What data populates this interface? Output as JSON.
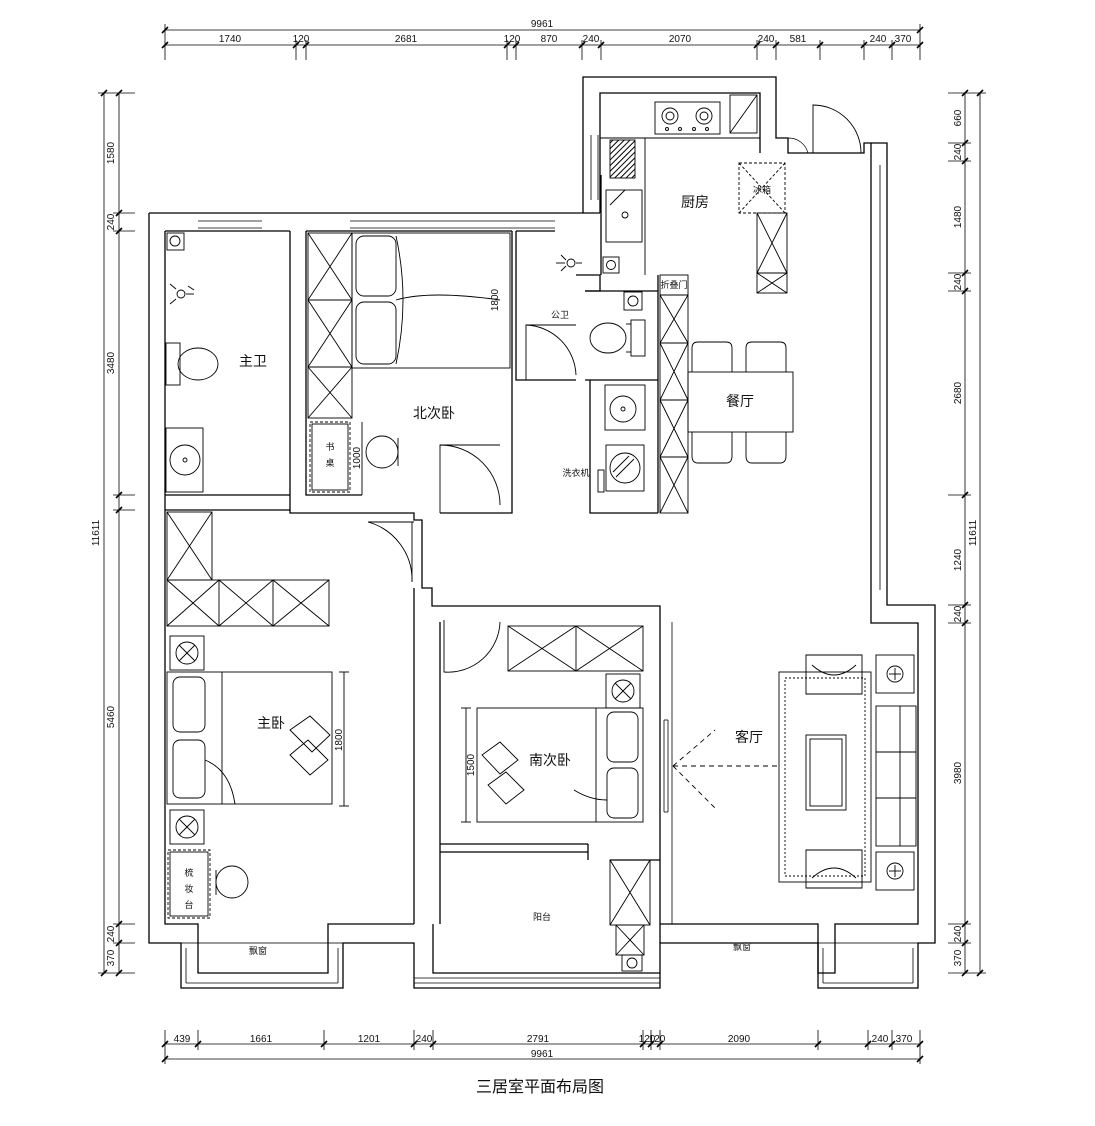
{
  "title": "三居室平面布局图",
  "rooms": {
    "master_bath": "主卫",
    "north_bedroom": "北次卧",
    "public_bath": "公卫",
    "kitchen": "厨房",
    "fridge": "冰箱",
    "folding_door": "折叠门",
    "dining": "餐厅",
    "washer": "洗衣机",
    "desk_1": "书",
    "desk_2": "桌",
    "master_bedroom": "主卧",
    "south_bedroom": "南次卧",
    "living": "客厅",
    "balcony": "阳台",
    "vanity_1": "梳",
    "vanity_2": "妆",
    "vanity_3": "台",
    "bay_window_left": "飘窗",
    "bay_window_right": "飘窗"
  },
  "dims": {
    "top_total": "9961",
    "top": [
      "1740",
      "120",
      "2681",
      "120",
      "870",
      "240",
      "2070",
      "240",
      "581",
      "240",
      "370"
    ],
    "bottom_total": "9961",
    "bottom": [
      "439",
      "1661",
      "1201",
      "240",
      "2791",
      "120",
      "120",
      "2090",
      "240",
      "370"
    ],
    "left_total": "11611",
    "left": [
      "1580",
      "240",
      "3480",
      "5460",
      "240",
      "370"
    ],
    "right_total": "11611",
    "right": [
      "660",
      "240",
      "1480",
      "240",
      "2680",
      "1240",
      "240",
      "3980",
      "240",
      "370"
    ],
    "interior": {
      "bed_north": "1800",
      "desk": "1000",
      "bed_master": "1800",
      "bed_south": "1500"
    }
  }
}
